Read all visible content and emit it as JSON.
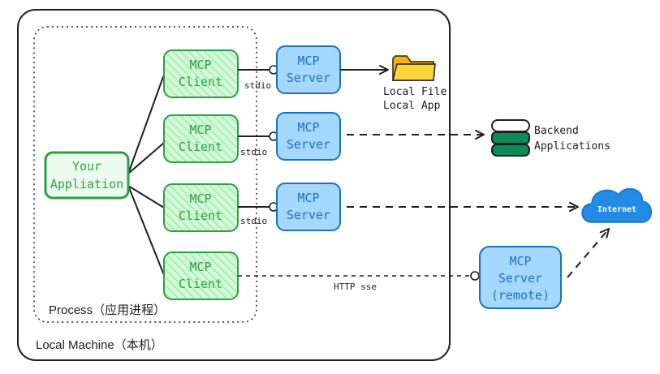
{
  "containers": {
    "local_machine_label": "Local Machine（本机）",
    "process_label": "Process（应用进程）"
  },
  "app": {
    "line1": "Your",
    "line2": "Appliation"
  },
  "clients": [
    {
      "line1": "MCP",
      "line2": "Client"
    },
    {
      "line1": "MCP",
      "line2": "Client"
    },
    {
      "line1": "MCP",
      "line2": "Client"
    },
    {
      "line1": "MCP",
      "line2": "Client"
    }
  ],
  "servers": [
    {
      "line1": "MCP",
      "line2": "Server"
    },
    {
      "line1": "MCP",
      "line2": "Server"
    },
    {
      "line1": "MCP",
      "line2": "Server"
    }
  ],
  "remote_server": {
    "line1": "MCP",
    "line2": "Server",
    "line3": "(remote)"
  },
  "transports": {
    "stdio_1": "stdio",
    "stdio_2": "stdio",
    "stdio_3": "stdio",
    "http": "HTTP sse"
  },
  "targets": {
    "local_line1": "Local File",
    "local_line2": "Local App",
    "backend_line1": "Backend",
    "backend_line2": "Applications",
    "internet": "Internet"
  },
  "colors": {
    "green": "#2f9e44",
    "green_fill": "#b2f2bb",
    "blue": "#1971c2",
    "blue_fill": "#a5d8ff",
    "folder": "#ffd43b",
    "database": "#0c8a5a",
    "cloud": "#228be6"
  },
  "icons": [
    "folder-icon",
    "database-icon",
    "cloud-icon"
  ]
}
